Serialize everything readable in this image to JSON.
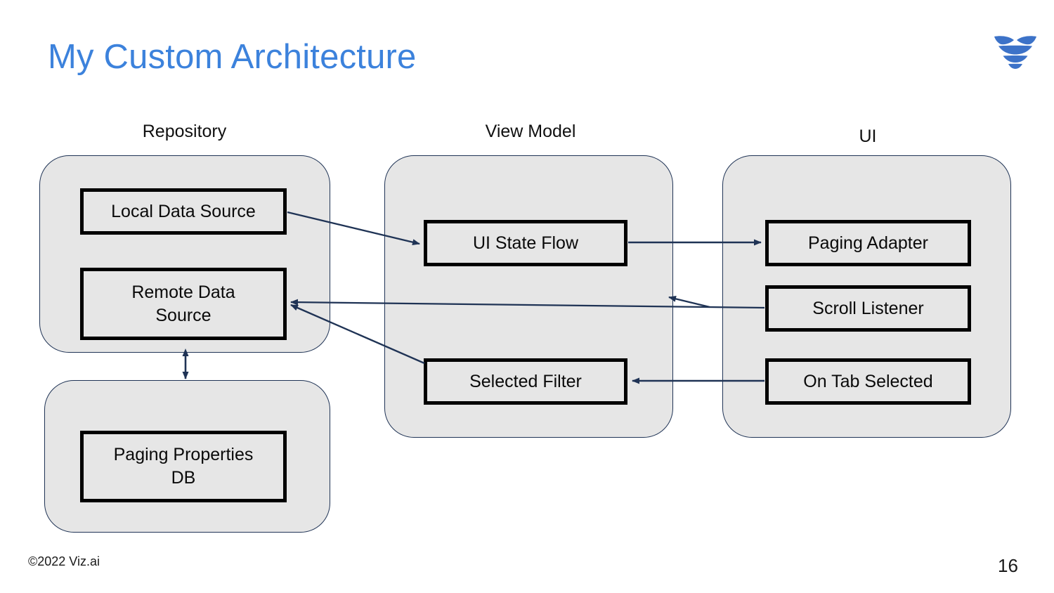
{
  "slide": {
    "title": "My Custom Architecture",
    "page_number": "16",
    "copyright": "©2022 Viz.ai",
    "logo_name": "viz-ai-logo"
  },
  "colors": {
    "title_blue": "#3C82DC",
    "group_fill": "#E6E6E6",
    "group_border": "#1F3355",
    "node_border": "#000000",
    "connector": "#1F3355",
    "text": "#0A0A0A",
    "background": "#FFFFFF"
  },
  "groups": [
    {
      "id": "repository",
      "label": "Repository",
      "nodes": [
        {
          "id": "local-data-source",
          "label": "Local Data Source"
        },
        {
          "id": "remote-data-source",
          "label": "Remote Data\nSource"
        }
      ]
    },
    {
      "id": "paging-db",
      "label": "",
      "nodes": [
        {
          "id": "paging-properties-db",
          "label": "Paging Properties\nDB"
        }
      ]
    },
    {
      "id": "view-model",
      "label": "View Model",
      "nodes": [
        {
          "id": "ui-state-flow",
          "label": "UI State Flow"
        },
        {
          "id": "selected-filter",
          "label": "Selected Filter"
        }
      ]
    },
    {
      "id": "ui",
      "label": "UI",
      "nodes": [
        {
          "id": "paging-adapter",
          "label": "Paging Adapter"
        },
        {
          "id": "scroll-listener",
          "label": "Scroll Listener"
        },
        {
          "id": "on-tab-selected",
          "label": "On Tab Selected"
        }
      ]
    }
  ],
  "node_labels": {
    "local_data_source": "Local Data Source",
    "remote_data_source_line1": "Remote Data",
    "remote_data_source_line2": "Source",
    "paging_properties_db_line1": "Paging Properties",
    "paging_properties_db_line2": "DB",
    "ui_state_flow": "UI State Flow",
    "selected_filter": "Selected Filter",
    "paging_adapter": "Paging Adapter",
    "scroll_listener": "Scroll Listener",
    "on_tab_selected": "On Tab Selected"
  },
  "connections": [
    {
      "id": "local-to-uistateflow",
      "from": "local-data-source",
      "to": "ui-state-flow",
      "direction": "one-way"
    },
    {
      "id": "uistateflow-to-pagingadapter",
      "from": "ui-state-flow",
      "to": "paging-adapter",
      "direction": "one-way"
    },
    {
      "id": "scrolllistener-to-remotedatasource",
      "from": "scroll-listener",
      "to": "remote-data-source",
      "direction": "one-way"
    },
    {
      "id": "ontabselected-to-selectedfilter",
      "from": "on-tab-selected",
      "to": "selected-filter",
      "direction": "one-way"
    },
    {
      "id": "selectedfilter-to-remotedatasource",
      "from": "selected-filter",
      "to": "remote-data-source",
      "direction": "one-way"
    },
    {
      "id": "repository-to-pagingdb",
      "from": "repository",
      "to": "paging-db",
      "direction": "two-way"
    }
  ]
}
